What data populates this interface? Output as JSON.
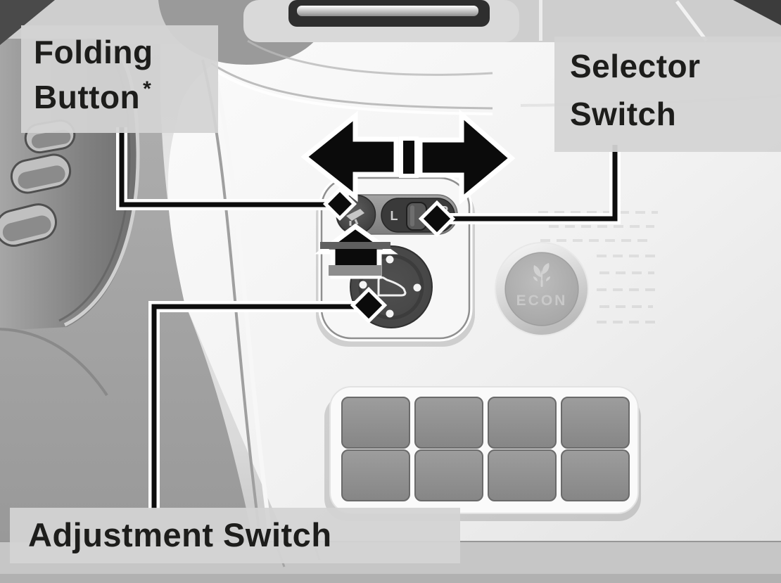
{
  "callouts": {
    "folding_button": {
      "line1": "Folding",
      "line2": "Button",
      "note_mark": "*"
    },
    "selector_switch": {
      "line1": "Selector",
      "line2": "Switch"
    },
    "adjustment_switch": {
      "text": "Adjustment Switch"
    }
  },
  "controls": {
    "selector_switch": {
      "left_label": "L",
      "right_label": "R"
    },
    "econ_button": {
      "label": "ECON"
    }
  },
  "icons": {
    "mirror_folding": "mirror-folding-icon",
    "mirror_adjustment": "mirror-adjustment-icon",
    "econ_leaf": "leaf-icon",
    "direction_arrows": "left-right-arrow-icon",
    "push_arrow": "up-arrow-icon",
    "callout_marker": "diamond-marker-icon"
  },
  "colors": {
    "callout_box": "#d3d3d3",
    "callout_text": "#1d1d1b",
    "line_and_arrow": "#0b0b0b",
    "knob_dark": "#454545",
    "panel_white": "#f6f6f6",
    "econ_text": "#c9c9c9"
  }
}
